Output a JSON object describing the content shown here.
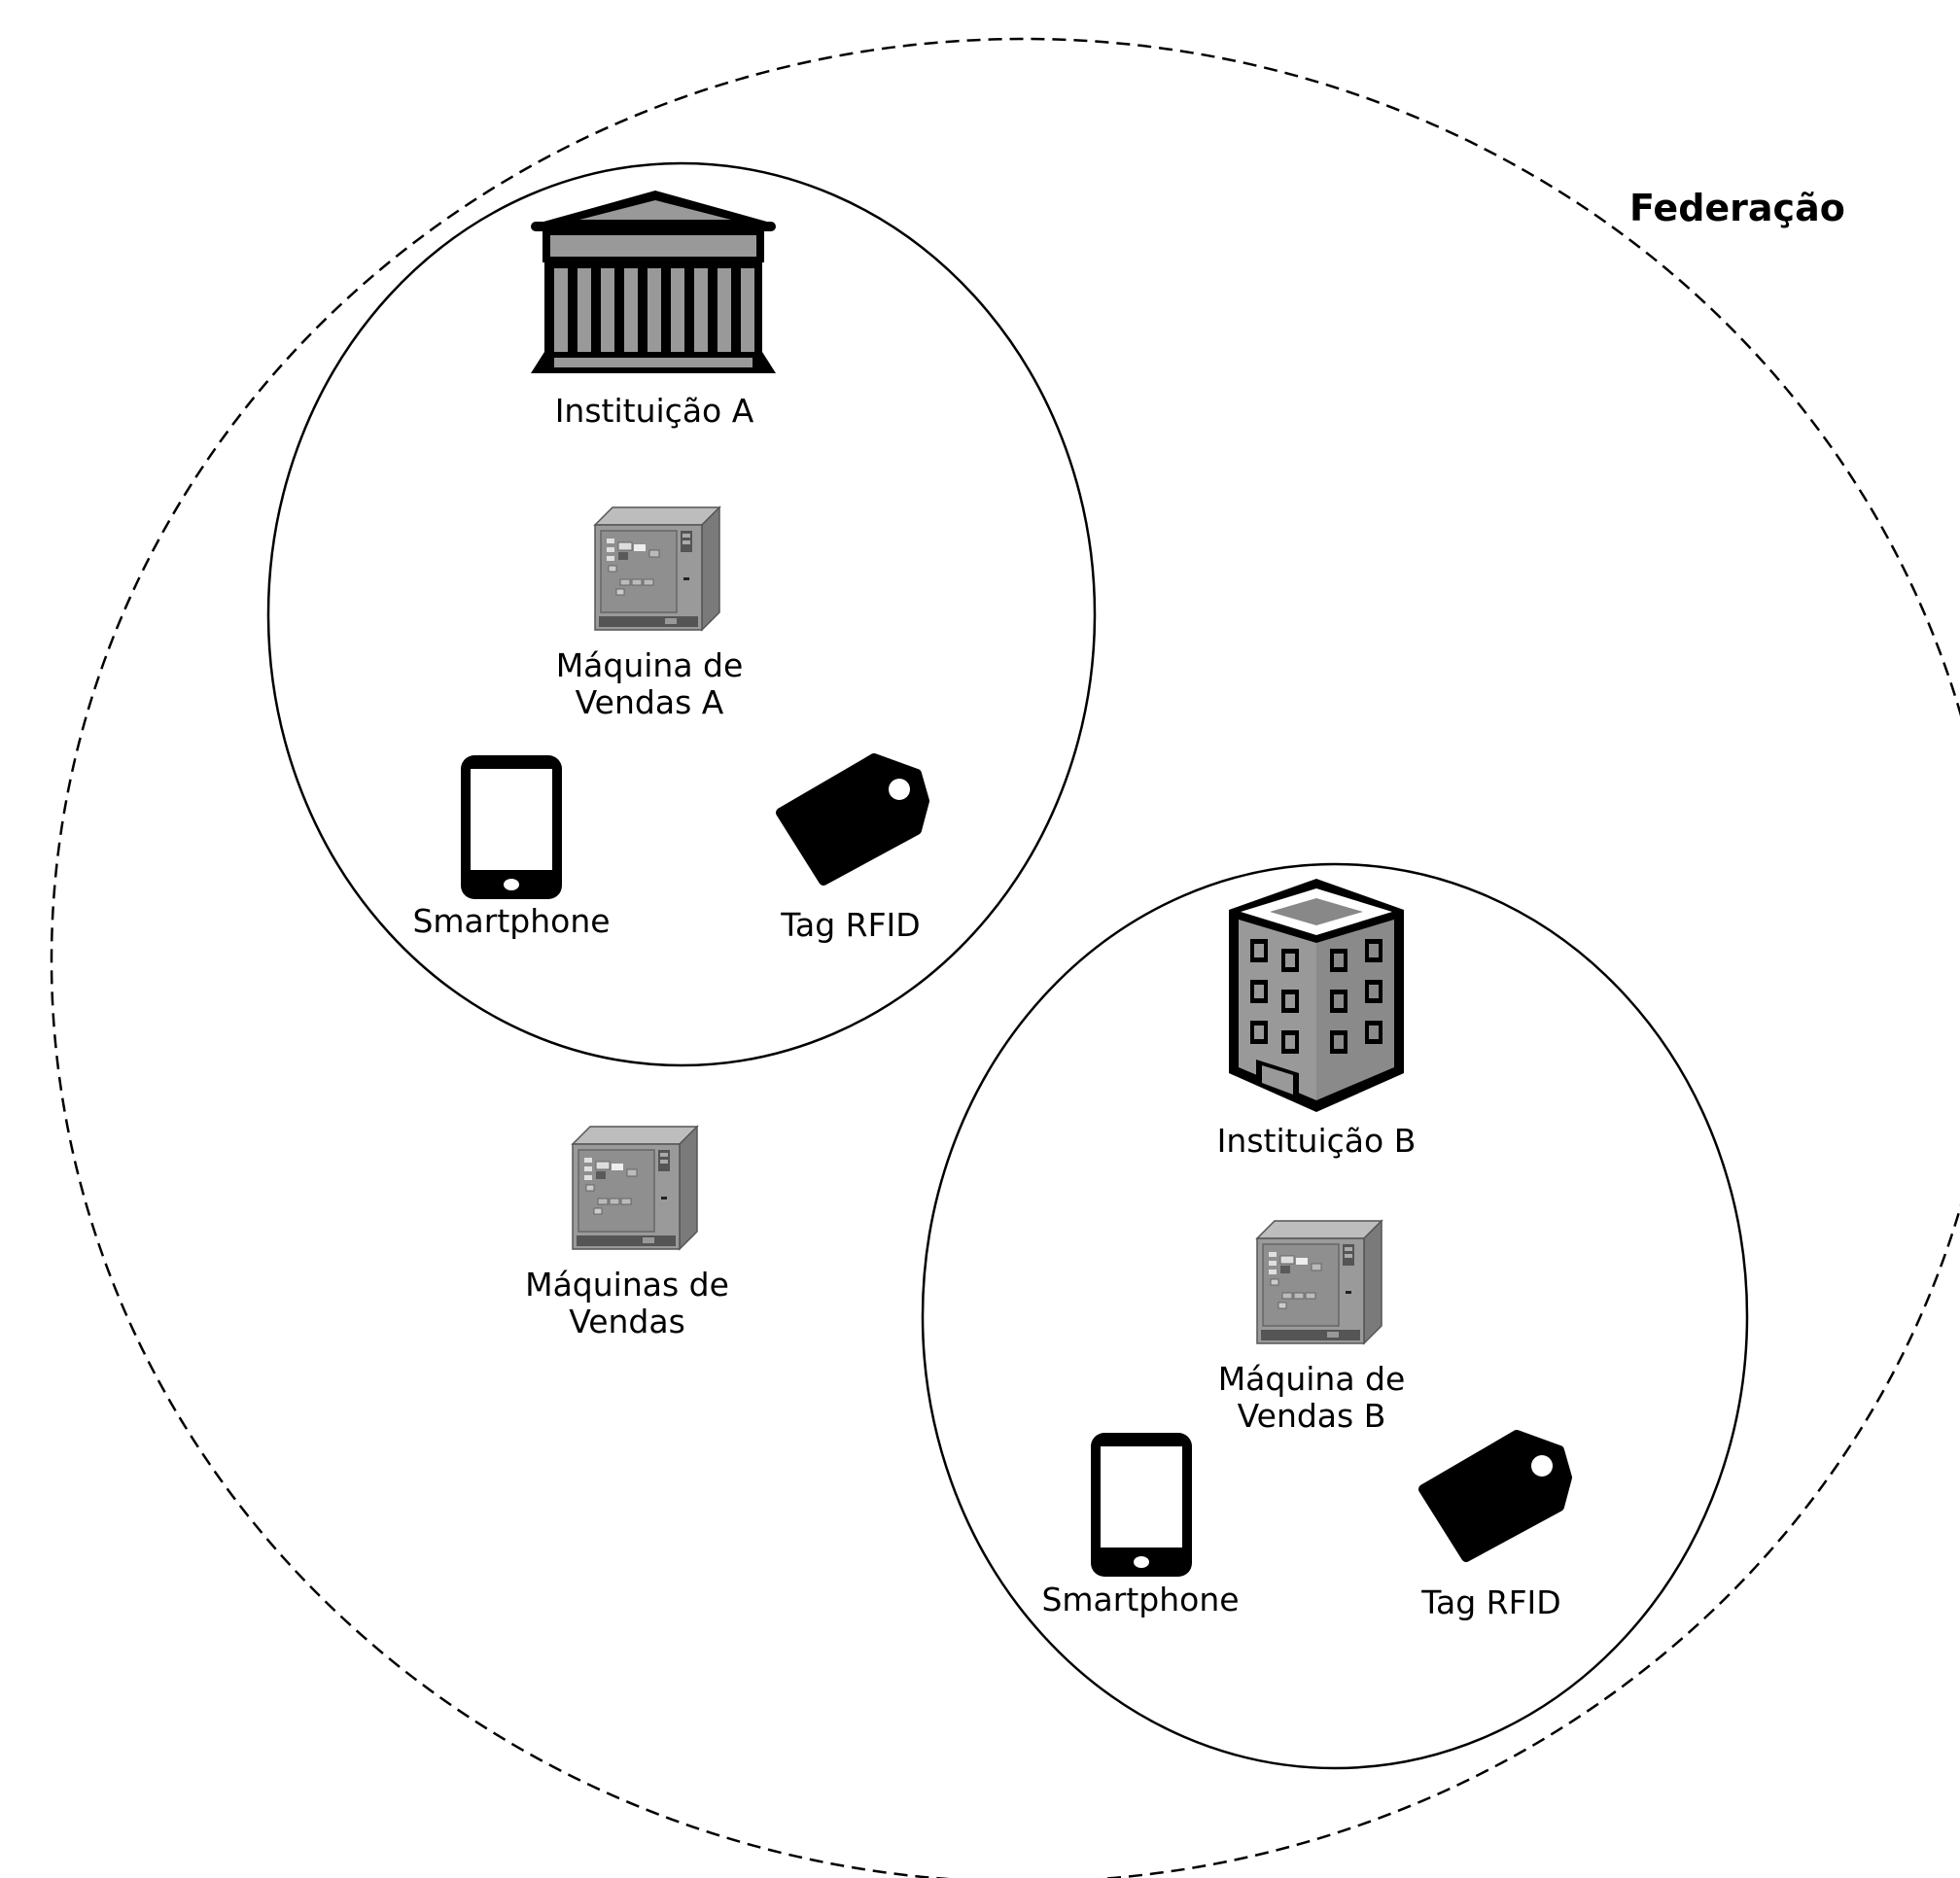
{
  "federation": {
    "title": "Federação"
  },
  "institution_a": {
    "name": "Instituição A",
    "vending_machine_line1": "Máquina de",
    "vending_machine_line2": "Vendas A",
    "smartphone": "Smartphone",
    "tag": "Tag RFID",
    "icons": [
      "institution-building-icon",
      "vending-machine-icon",
      "smartphone-icon",
      "rfid-tag-icon"
    ]
  },
  "shared": {
    "vending_machines_line1": "Máquinas de",
    "vending_machines_line2": "Vendas",
    "icon": "vending-machine-icon"
  },
  "institution_b": {
    "name": "Instituição B",
    "vending_machine_line1": "Máquina de",
    "vending_machine_line2": "Vendas B",
    "smartphone": "Smartphone",
    "tag": "Tag RFID",
    "icons": [
      "office-building-icon",
      "vending-machine-icon",
      "smartphone-icon",
      "rfid-tag-icon"
    ]
  },
  "colors": {
    "stroke": "#000000",
    "icon_gray": "#999999",
    "icon_dark_gray": "#7a7a7a",
    "icon_light_gray": "#bdbdbd",
    "background": "#ffffff"
  }
}
